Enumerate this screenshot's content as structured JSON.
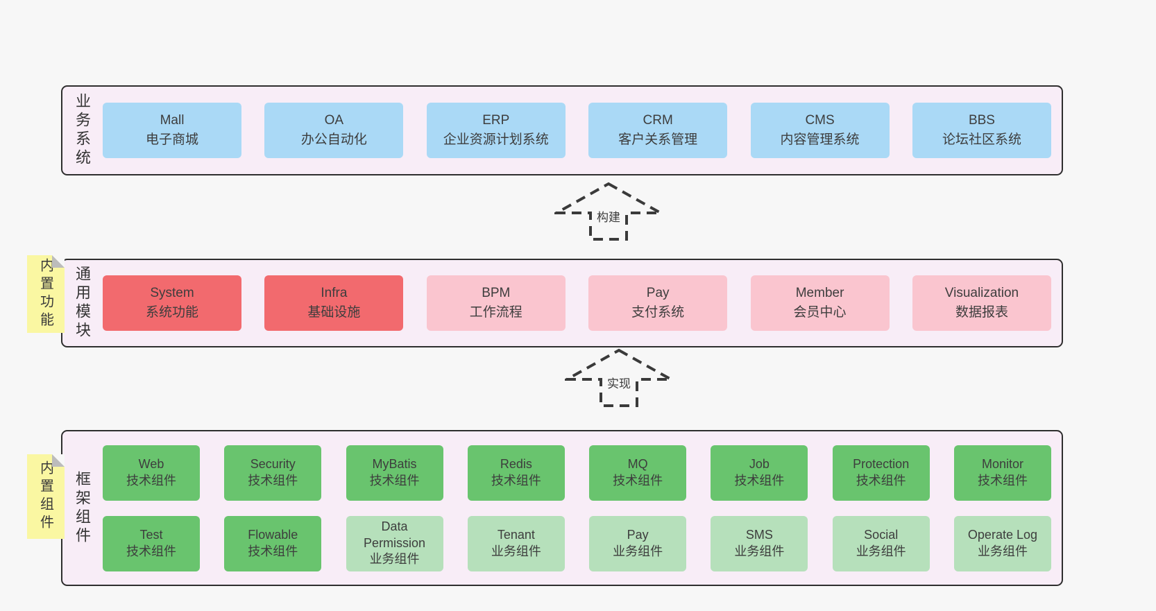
{
  "colors": {
    "page_bg": "#f7f7f7",
    "panel_bg": "#f8edf7",
    "panel_border": "#2e2e2e",
    "blue": "#aad9f6",
    "red": "#f26a6e",
    "pink": "#fac5cf",
    "green": "#69c46e",
    "green_light": "#b6e0bb",
    "note_yellow": "#faf7a2",
    "note_fold": "#bcbcbc",
    "text": "#3d3d3d"
  },
  "arrows": {
    "build": "构建",
    "implement": "实现"
  },
  "sections": {
    "business": {
      "side_label": "业务系统",
      "boxes": [
        {
          "name": "Mall",
          "label": "电子商城",
          "type": "blue"
        },
        {
          "name": "OA",
          "label": "办公自动化",
          "type": "blue"
        },
        {
          "name": "ERP",
          "label": "企业资源计划系统",
          "type": "blue"
        },
        {
          "name": "CRM",
          "label": "客户关系管理",
          "type": "blue"
        },
        {
          "name": "CMS",
          "label": "内容管理系统",
          "type": "blue"
        },
        {
          "name": "BBS",
          "label": "论坛社区系统",
          "type": "blue"
        }
      ]
    },
    "modules": {
      "side_label": "通用模块",
      "note": "内置功能",
      "boxes": [
        {
          "name": "System",
          "label": "系统功能",
          "type": "red"
        },
        {
          "name": "Infra",
          "label": "基础设施",
          "type": "red"
        },
        {
          "name": "BPM",
          "label": "工作流程",
          "type": "pink"
        },
        {
          "name": "Pay",
          "label": "支付系统",
          "type": "pink"
        },
        {
          "name": "Member",
          "label": "会员中心",
          "type": "pink"
        },
        {
          "name": "Visualization",
          "label": "数据报表",
          "type": "pink"
        }
      ]
    },
    "components": {
      "side_label": "框架组件",
      "note": "内置组件",
      "rows": [
        [
          {
            "name": "Web",
            "label": "技术组件",
            "type": "green"
          },
          {
            "name": "Security",
            "label": "技术组件",
            "type": "green"
          },
          {
            "name": "MyBatis",
            "label": "技术组件",
            "type": "green"
          },
          {
            "name": "Redis",
            "label": "技术组件",
            "type": "green"
          },
          {
            "name": "MQ",
            "label": "技术组件",
            "type": "green"
          },
          {
            "name": "Job",
            "label": "技术组件",
            "type": "green"
          },
          {
            "name": "Protection",
            "label": "技术组件",
            "type": "green"
          },
          {
            "name": "Monitor",
            "label": "技术组件",
            "type": "green"
          }
        ],
        [
          {
            "name": "Test",
            "label": "技术组件",
            "type": "green"
          },
          {
            "name": "Flowable",
            "label": "技术组件",
            "type": "green"
          },
          {
            "name": "Data Permission",
            "label": "业务组件",
            "type": "green-light"
          },
          {
            "name": "Tenant",
            "label": "业务组件",
            "type": "green-light"
          },
          {
            "name": "Pay",
            "label": "业务组件",
            "type": "green-light"
          },
          {
            "name": "SMS",
            "label": "业务组件",
            "type": "green-light"
          },
          {
            "name": "Social",
            "label": "业务组件",
            "type": "green-light"
          },
          {
            "name": "Operate Log",
            "label": "业务组件",
            "type": "green-light"
          }
        ]
      ]
    }
  }
}
